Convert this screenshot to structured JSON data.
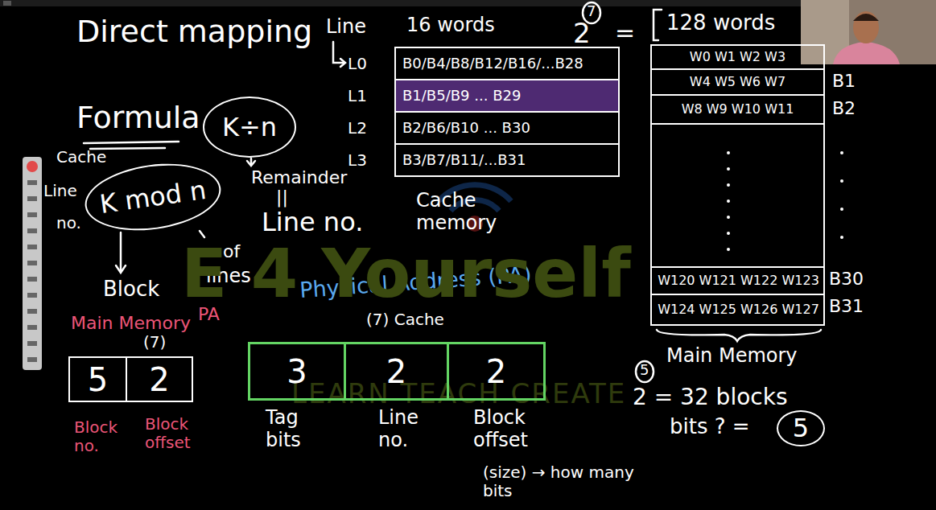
{
  "diagram": {
    "title": "Direct mapping",
    "nodes": [
      {
        "text": [
          "K÷n"
        ]
      },
      {
        "text": [
          "K mod n"
        ]
      },
      {
        "text": [
          "Cache memory"
        ]
      },
      {
        "text": [
          "B0/B4/B8/B12/B16/...B28"
        ],
        "in": 2
      },
      {
        "text": [
          "B1/B5/B9 ... B29"
        ],
        "in": 2
      },
      {
        "text": [
          "B2/B6/B10 ... B30"
        ],
        "in": 2
      },
      {
        "text": [
          "B3/B7/B11/...B31"
        ],
        "in": 2
      },
      {
        "text": [
          "Main Memory"
        ]
      },
      {
        "text": [
          "W0 W1 W2 W3"
        ],
        "in": 7
      },
      {
        "text": [
          "W4 W5 W6 W7"
        ],
        "in": 7
      },
      {
        "text": [
          "W8 W9 W10 W11"
        ],
        "in": 7
      },
      {
        "text": [
          "W120 W121 W122 W123"
        ],
        "in": 7
      },
      {
        "text": [
          "W124 W125 W126 W127"
        ],
        "in": 7
      },
      {
        "text": [
          "5"
        ]
      },
      {
        "text": [
          "2"
        ]
      },
      {
        "text": [
          "3"
        ]
      },
      {
        "text": [
          "2"
        ]
      },
      {
        "text": [
          "2"
        ]
      },
      {
        "text": [
          "5"
        ]
      }
    ],
    "labels": [
      "Line",
      "16 words",
      "L0",
      "L1",
      "L2",
      "L3",
      "7",
      "2",
      "=",
      "128 words",
      "B1",
      "B2",
      "B30",
      "B31",
      "Formula",
      "Remainder",
      "||",
      "Line no.",
      "Cache",
      "Line",
      "no.",
      "Block",
      "no. of",
      "lines",
      "Main Memory",
      "PA",
      "(7)",
      "Block no.",
      "Block offset",
      "Physical Address (PA)",
      "(7) Cache",
      "Tag bits",
      "Line no.",
      "Block offset",
      "(size) → how many bits",
      "5",
      "2 = 32 blocks",
      "bits ? =",
      "E 4 Yourself",
      "LEARN TEACH CREATE"
    ]
  }
}
